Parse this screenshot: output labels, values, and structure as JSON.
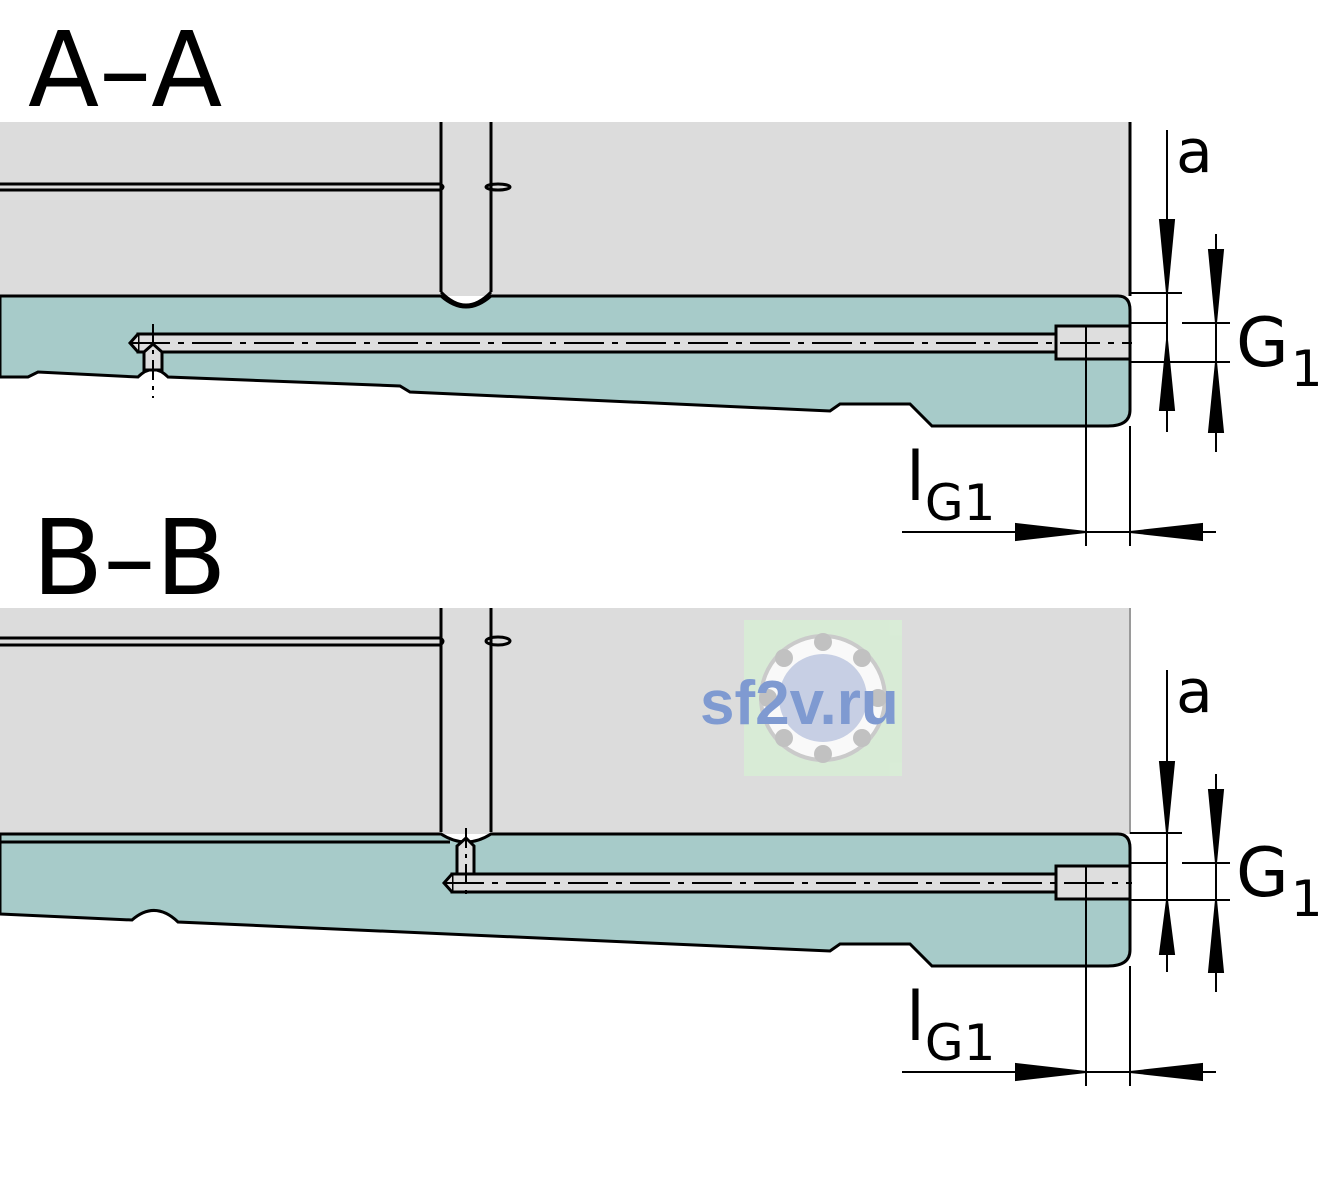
{
  "sections": [
    {
      "id": "A",
      "title": "A–A",
      "labels": {
        "a": "a",
        "G_main": "G",
        "G_sub": "1",
        "l_main": "l",
        "l_sub": "G1"
      }
    },
    {
      "id": "B",
      "title": "B–B",
      "labels": {
        "a": "a",
        "G_main": "G",
        "G_sub": "1",
        "l_main": "l",
        "l_sub": "G1"
      }
    }
  ],
  "watermark": {
    "text": "sf2v.ru",
    "color": "#6f8fd0",
    "bg": "#d8eed6"
  },
  "colors": {
    "housing": "#dcdcdc",
    "housing_line": "#9a9a9a",
    "rail": "#a7cbc9",
    "bore": "#dedede",
    "outline": "#000000"
  }
}
